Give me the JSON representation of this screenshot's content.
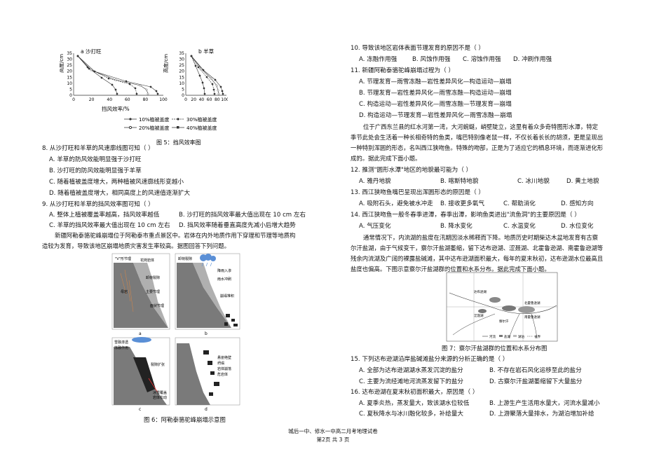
{
  "fig5": {
    "panel_a_title": "a 沙打旺",
    "panel_b_title": "b 羊草",
    "ylabel": "高度/cm",
    "xlabel": "挡风效率/%",
    "yticks": [
      "35",
      "30",
      "25",
      "20",
      "15",
      "10",
      "5",
      "0"
    ],
    "xticks_a": [
      "0",
      "20",
      "40",
      "60",
      "80",
      "100"
    ],
    "xticks_b": [
      "0",
      "20",
      "40",
      "60",
      "80",
      "100"
    ],
    "legend": [
      "10%植被盖度",
      "30%植被盖度",
      "20%植被盖度",
      "40%植被盖度"
    ],
    "caption": "图 5：挡风效率图"
  },
  "q8": {
    "stem": "8.  从沙打旺和羊草的风速廓线图可知（        ）",
    "A": "A.  羊草的防风效能明显强于沙打旺",
    "B": "B.  沙打旺的防风效能明显强于羊草",
    "C": "C.  随着植被盖度增大，两种植被风速廓线形变越小",
    "D": "D.  随着植被盖度增大，相同高度上的风速值逐渐扩大"
  },
  "q9": {
    "stem": "9.  从沙打旺和羊草的挡风效率图可知（        ）",
    "A": "A.  整体上植被覆盖率越高，挡风效率越低",
    "B": "B.  沙打旺的挡风效率最大值出现在 10 cm 左右",
    "C": "C.  羊草的挡风效率最大值出现在 10 cm 左右",
    "D": "D.  挡风效率随着垂直高度先减小后增大趋势"
  },
  "passage_xj": [
    "新疆阿勒泰骆驼峰崩塌位于阿勒泰市重点景区中。岩体在内外地质作用下穿理和节理等地质构",
    "造较为发育，导致该地区崩塌地质灾害发生率较高。据图回答下列问题。"
  ],
  "fig6": {
    "a_labels": [
      "\"V\"形节理",
      "花岗岩体",
      "卸荷裂隙",
      "母岩",
      "主要节理",
      "面状节理"
    ],
    "b_labels": [
      "卸荷裂隙",
      "降雨入渗",
      "雨水冲刷",
      "崩塌堆积"
    ],
    "c_labels": [
      "雪融渗透",
      "冻融作用",
      "裂隙扩张",
      "冰雪覆盖",
      "岩体松动"
    ],
    "d_labels": [
      "悬崖绝壁",
      "坍塌",
      "岩体崩落",
      "危岩体"
    ],
    "sub": [
      "a",
      "b",
      "c",
      "d"
    ],
    "caption": "图 6：阿勒泰骆驼峰崩塌示意图"
  },
  "q10": {
    "stem": "10.  导致该地区岩体表面节理发育的原因不是（        ）",
    "A": "A.  冻融作用强",
    "B": "B.  风蚀作用强",
    "C": "C.  溶蚀作用强",
    "D": "D.  冲刷作用强"
  },
  "q11": {
    "stem": "11.  新疆阿勒泰骆驼峰崩塌过程为（        ）",
    "A": "A.  节理发育—雨雪冻融—岩性差异风化—构造运动—崩塌",
    "B": "B.  节理发育—岩性差异风化—雨雪冻融—构造运动—崩塌",
    "C": "C.  构造运动—岩性差异风化—雨雪冻融—节理发育—崩塌",
    "D": "D.  构造运动—节理发育—岩性差异风化—雨雪冻融—崩塌"
  },
  "passage_gx": [
    "位于广西东兰县的红水河第一湾，大河蜿蜒，峭壁陡立，这里有着众多奇特图形水潭，特定",
    "季节此处会生活着一种长相奇特的鱼类，嘴巴特别像老鼠一样，不仅长着长长的胡须，更是呈现出",
    "一种特别浑圆的形态，名叫西江狭吻鱼。特殊的吻部，正是为了适应它的栖息环境，而逐渐进化形",
    "成的。据此完成下面小题。"
  ],
  "q12": {
    "stem": "12.  推测\"圆形水潭\"地区的地貌最可能为（        ）",
    "A": "A.  雅丹地貌",
    "B": "B.  喀斯特地貌",
    "C": "C.  冰川地貌",
    "D": "D.  黄土地貌"
  },
  "q13": {
    "stem": "13.  西江狭吻鱼嘴巴呈现出浑圆形态的原因是（        ）",
    "A": "A.  吸附石头，避免被水冲走",
    "B": "B.  接收更多氧气",
    "C": "C.  帮助消化",
    "D": "D.  感知方向"
  },
  "q14": {
    "stem": "14.  西江狭吻鱼一般冬春季进潭，春季出潭，影响鱼类进出\"流鱼洞\"的主要原因是（        ）",
    "A": "A.  气压变化",
    "B": "B.  降水变化",
    "C": "C.  水温变化",
    "D": "D.  水位变化"
  },
  "passage_qh": [
    "通常情况下，内流湖的盐度在汛期因淡水稀释而下降。地质历史时期柴达木盆地发育有古察",
    "尔汗盐湖，由于气候变干，察尔汗盐湖萎缩，留下达布逊湖、涩聂湖、北霍鲁逊湖、南霍鲁逊湖等",
    "残余内流湖及广阔的裸露盐碱滩，其中达布逊湖面积最大，每年的夏末秋初，达布逊湖水位最高且",
    "盐度也偏高。下图示意察尔汗盐湖群的位置和水系分布。据此完成下面小题。"
  ],
  "fig7": {
    "labels": [
      "达布逊湖",
      "涩聂湖",
      "北霍鲁逊湖",
      "南霍鲁逊湖",
      "察尔汗"
    ],
    "legend": [
      "河流",
      "盐湖",
      "湖泊",
      "省界"
    ],
    "caption": "图 7：察尔汗盐湖群的位置和水系分布图"
  },
  "q15": {
    "stem": "15.  下列达布逊湖沿岸盐碱滩盐分来源的分析正确的是（        ）",
    "A": "A.  全部为达布逊湖湖水蒸发沉淀的盐分",
    "B": "B.  不存在岩石风化运移至此的盐分",
    "C": "C.  主要为流经滩地河流蒸发留下的盐分",
    "D": "D.  古察尔汗盐湖萎缩留下大量盐分"
  },
  "q16": {
    "stem": "16.  达布逊湖在夏末秋初面积最大，原因是（        ）",
    "A": "A.  夏季炎热，蒸发量大，致该湖水位较低",
    "B": "B.  上游生产生活用水量大，河流水量减小",
    "C": "C.  夏秋降水与冰川融化较多，补给量大",
    "D": "D.  上游聚落大量排水，为湖泊增加补给"
  },
  "footer": {
    "line1": "城后一中、修水一中高二月考地理试卷",
    "line2": "第2页    共 3 页"
  }
}
